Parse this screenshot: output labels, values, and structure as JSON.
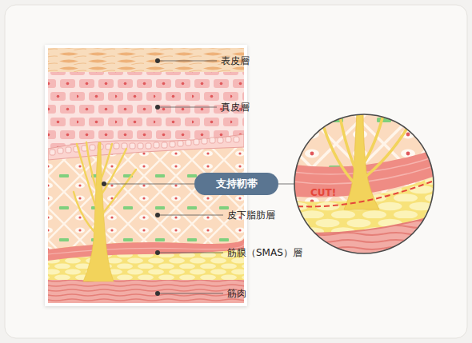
{
  "diagram": {
    "nodes": [
      {
        "text": [
          "支持靭帯"
        ]
      }
    ],
    "labels": [
      "表皮層",
      "真皮層",
      "皮下脂肪層",
      "筋膜（SMAS）層",
      "筋肉",
      "CUT!"
    ]
  }
}
